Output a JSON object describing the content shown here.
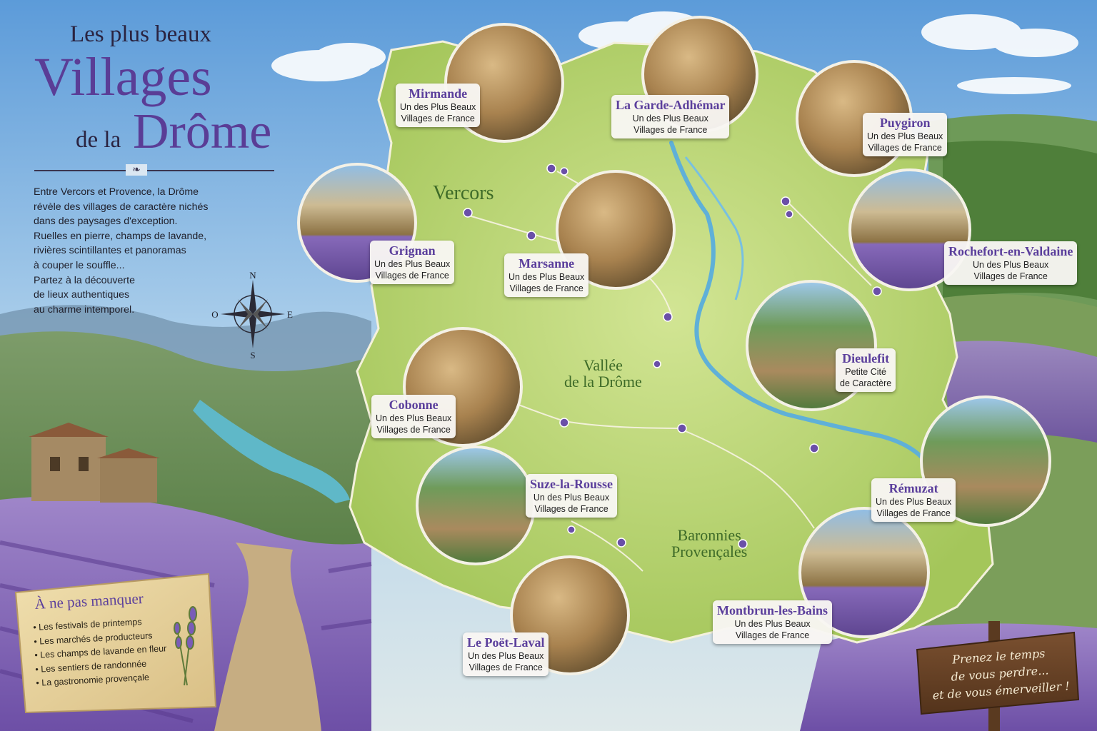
{
  "title": {
    "line1": "Les plus beaux",
    "line2": "Villages",
    "line3_prefix": "de la",
    "line3_main": "Drôme"
  },
  "intro": [
    "Entre Vercors et Provence, la Drôme",
    "révèle des villages de caractère nichés",
    "dans des paysages d'exception.",
    "Ruelles en pierre, champs de lavande,",
    "rivières scintillantes et panoramas",
    "à couper le souffle...",
    "Partez à la découverte",
    "de lieux authentiques",
    "au charme intemporel."
  ],
  "compass": {
    "n": "N",
    "s": "S",
    "e": "E",
    "w": "O"
  },
  "regions": {
    "vercors": "Vercors",
    "vallee": [
      "Vallée",
      "de la Drôme"
    ],
    "baronnies": [
      "Baronnies",
      "Provençales"
    ]
  },
  "villages": [
    {
      "name": "Mirmande",
      "label": "Un des Plus Beaux Villages de France"
    },
    {
      "name": "La Garde-Adhémar",
      "label": "Un des Plus Beaux Villages de France"
    },
    {
      "name": "Puygiron",
      "label": "Un des Plus Beaux Villages de France"
    },
    {
      "name": "Grignan",
      "label": "Un des Plus Beaux Villages de France"
    },
    {
      "name": "Marsanne",
      "label": "Un des Plus Beaux Villages de France"
    },
    {
      "name": "Rochefort-en-Valdaine",
      "label": "Un des Plus Beaux Villages de France"
    },
    {
      "name": "Dieulefit",
      "label": "Petite Cité de Caractère"
    },
    {
      "name": "Cobonne",
      "label": "Un des Plus Beaux Villages de France"
    },
    {
      "name": "Suze-la-Rousse",
      "label": "Un des Plus Beaux Villages de France"
    },
    {
      "name": "Rémuzat",
      "label": "Un des Plus Beaux Villages de France"
    },
    {
      "name": "Montbrun-les-Bains",
      "label": "Un des Plus Beaux Villages de France"
    },
    {
      "name": "Le Poët-Laval",
      "label": "Un des Plus Beaux Villages de France"
    }
  ],
  "sub_lines": {
    "plus_beaux_1": "Un des Plus Beaux",
    "plus_beaux_2": "Villages de France",
    "dieulefit_1": "Petite Cité",
    "dieulefit_2": "de Caractère"
  },
  "ne_pas_manquer": {
    "title": "À ne pas manquer",
    "items": [
      "Les festivals de printemps",
      "Les marchés de producteurs",
      "Les champs de lavande en fleur",
      "Les sentiers de randonnée",
      "La gastronomie provençale"
    ]
  },
  "sign": [
    "Prenez le temps",
    "de vous perdre...",
    "et de vous émerveiller !"
  ],
  "colors": {
    "title_purple": "#5a3d96",
    "map_green": "#b5d36a",
    "river_blue": "#5fb0d8",
    "lavender": "#8b6bc0",
    "wood": "#6a4324"
  }
}
